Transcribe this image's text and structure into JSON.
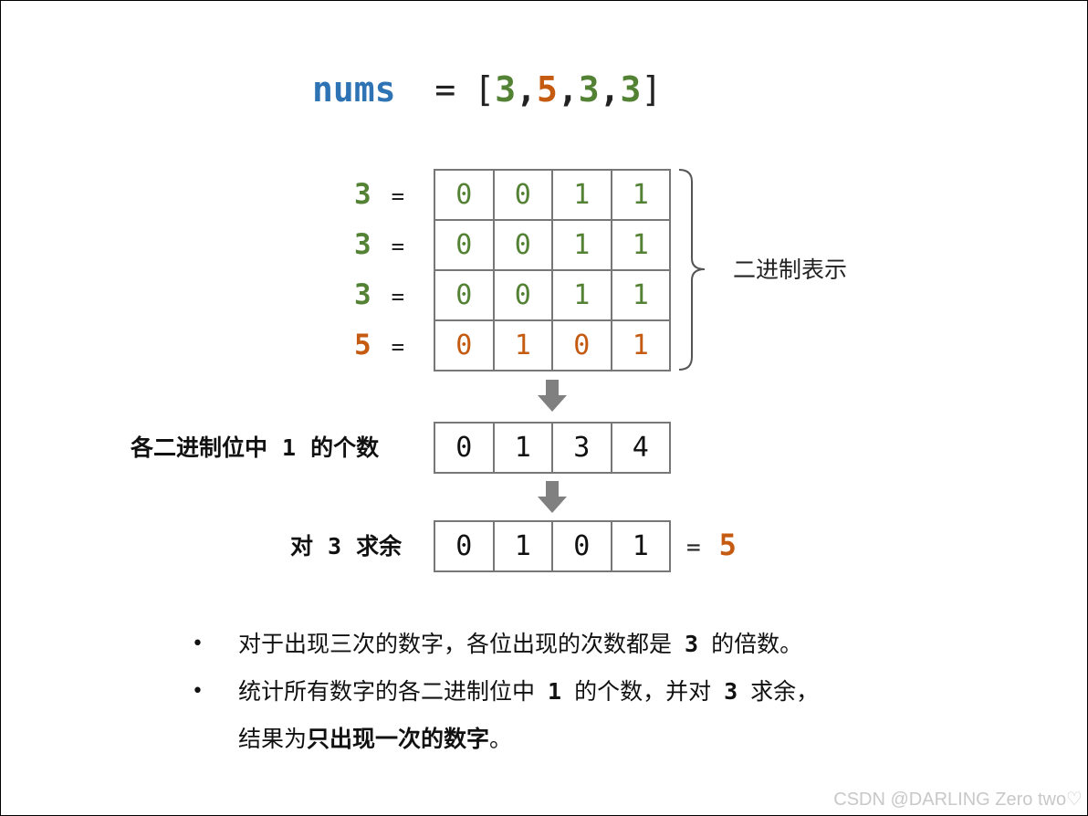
{
  "title": {
    "var": "nums",
    "eq": "=",
    "open": "[",
    "close": "]",
    "nums": [
      {
        "v": "3",
        "color": "#548235"
      },
      {
        "v": "5",
        "color": "#c55a11"
      },
      {
        "v": "3",
        "color": "#548235"
      },
      {
        "v": "3",
        "color": "#548235"
      }
    ],
    "comma": ","
  },
  "binary": {
    "eq": "=",
    "rows": [
      {
        "num": "3",
        "bits": [
          "0",
          "0",
          "1",
          "1"
        ],
        "tone": "g"
      },
      {
        "num": "3",
        "bits": [
          "0",
          "0",
          "1",
          "1"
        ],
        "tone": "g"
      },
      {
        "num": "3",
        "bits": [
          "0",
          "0",
          "1",
          "1"
        ],
        "tone": "g"
      },
      {
        "num": "5",
        "bits": [
          "0",
          "1",
          "0",
          "1"
        ],
        "tone": "o"
      }
    ],
    "brace_label": "二进制表示"
  },
  "counts": {
    "label_pre": "各二进制位中",
    "label_num": "1",
    "label_post": "的个数",
    "values": [
      "0",
      "1",
      "3",
      "4"
    ]
  },
  "mod": {
    "label_pre": "对",
    "label_num": "3",
    "label_post": "求余",
    "values": [
      "0",
      "1",
      "0",
      "1"
    ],
    "eq": "=",
    "result": "5"
  },
  "bullets": {
    "b1_pre": "对于出现三次的数字，各位出现的次数都是",
    "b1_num": "3",
    "b1_post": "的倍数。",
    "b2_pre": "统计所有数字的各二进制位中",
    "b2_num1": "1",
    "b2_mid": "的个数，并对",
    "b2_num2": "3",
    "b2_post": "求余，",
    "b2_line2_pre": "结果为",
    "b2_line2_bold": "只出现一次的数字",
    "b2_line2_post": "。"
  },
  "watermark": "CSDN @DARLING Zero two♡",
  "colors": {
    "green": "#548235",
    "orange": "#c55a11",
    "blue": "#2e74b5",
    "grid": "#777777",
    "arrow": "#808080"
  }
}
